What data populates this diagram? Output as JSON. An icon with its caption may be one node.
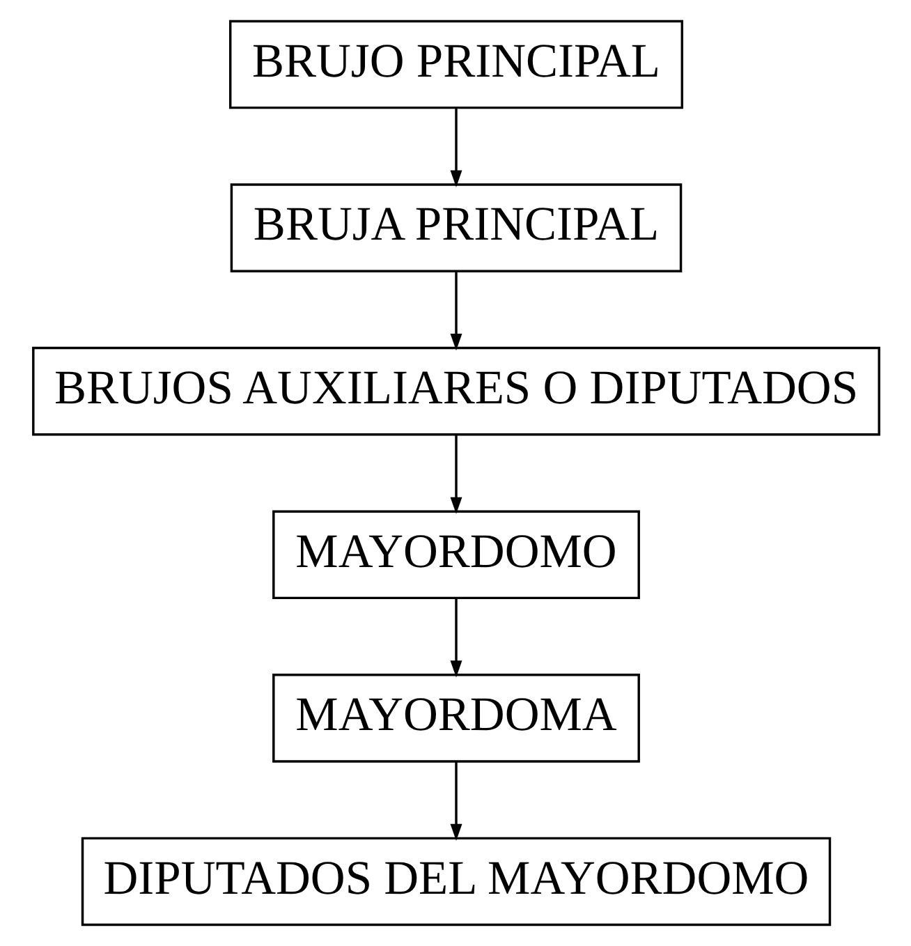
{
  "diagram": {
    "nodes": [
      {
        "text": [
          "BRUJO PRINCIPAL"
        ]
      },
      {
        "text": [
          "BRUJA PRINCIPAL"
        ]
      },
      {
        "text": [
          "BRUJOS AUXILIARES O DIPUTADOS"
        ]
      },
      {
        "text": [
          "MAYORDOMO"
        ]
      },
      {
        "text": [
          "MAYORDOMA"
        ]
      },
      {
        "text": [
          "DIPUTADOS DEL MAYORDOMO"
        ]
      }
    ],
    "edges": [
      {
        "from": 0,
        "to": 1,
        "arrow": "to"
      },
      {
        "from": 1,
        "to": 2,
        "arrow": "to"
      },
      {
        "from": 2,
        "to": 3,
        "arrow": "to"
      },
      {
        "from": 3,
        "to": 4,
        "arrow": "to"
      },
      {
        "from": 4,
        "to": 5,
        "arrow": "to"
      }
    ]
  }
}
